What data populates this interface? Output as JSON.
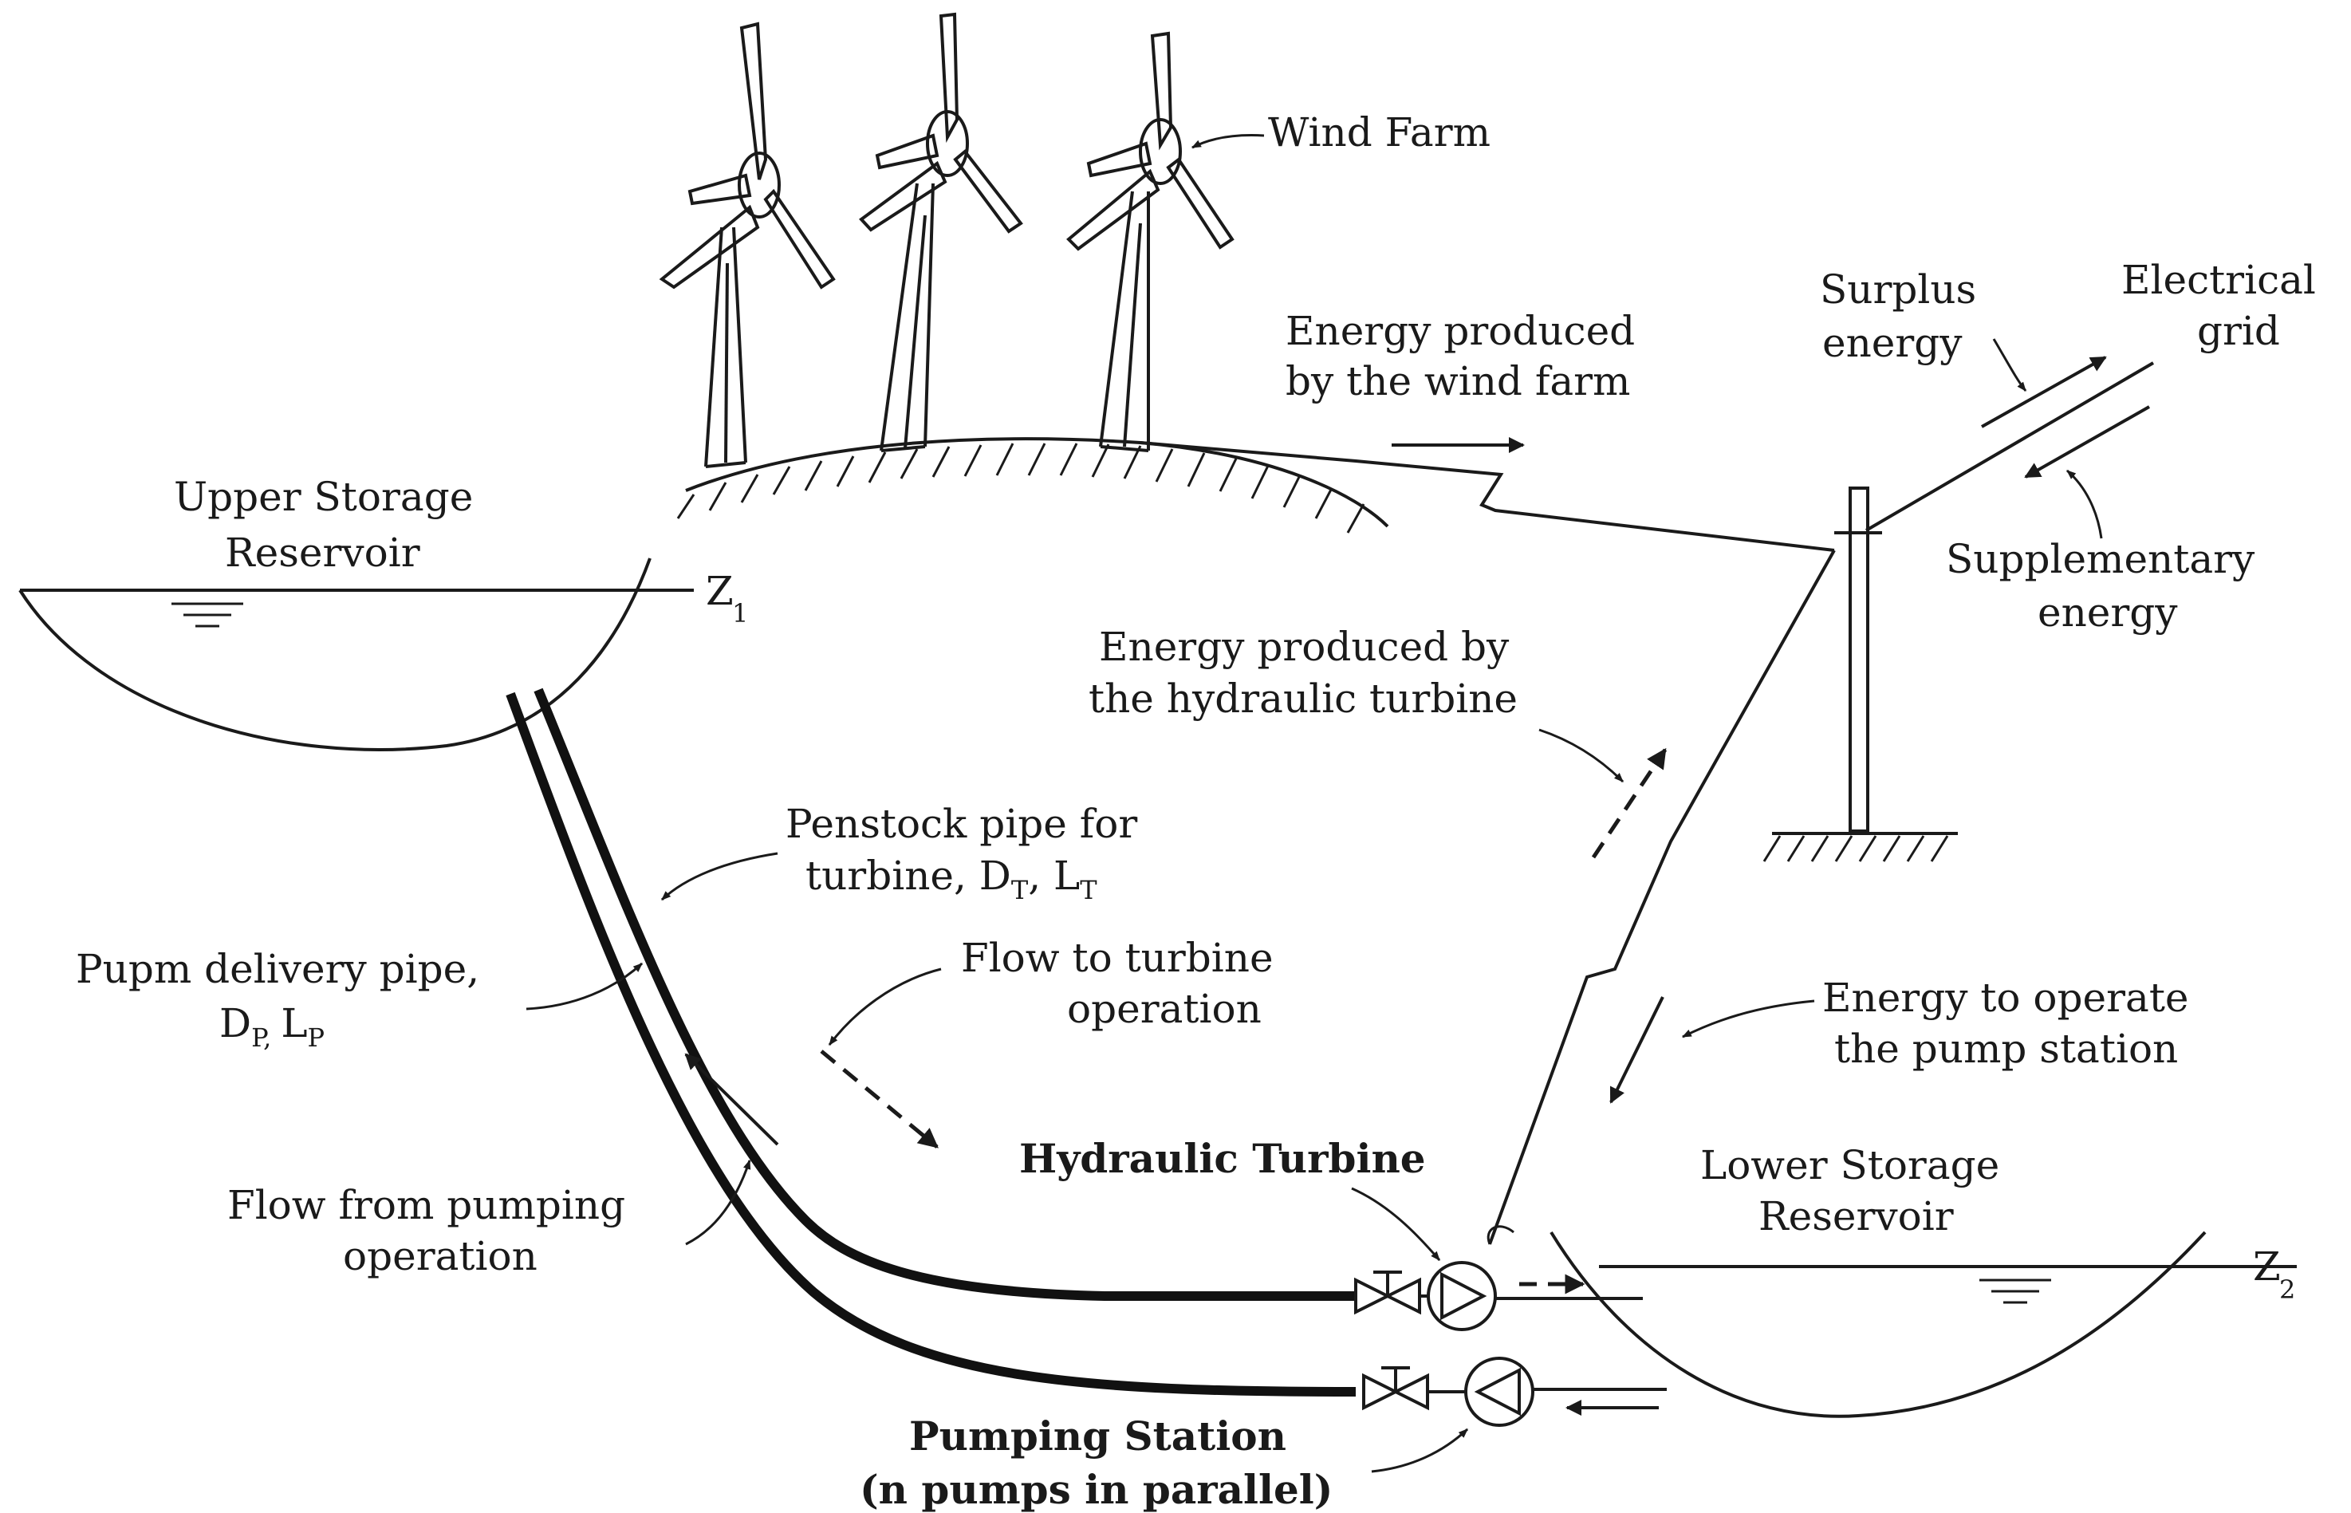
{
  "labels": {
    "wind_farm": "Wind Farm",
    "energy_wind_1": "Energy produced",
    "energy_wind_2": "by the wind farm",
    "surplus_1": "Surplus",
    "surplus_2": "energy",
    "grid_1": "Electrical",
    "grid_2": "grid",
    "supplementary_1": "Supplementary",
    "supplementary_2": "energy",
    "upper_res_1": "Upper Storage",
    "upper_res_2": "Reservoir",
    "z1_main": "Z",
    "z1_sub": "1",
    "energy_turbine_1": "Energy produced by",
    "energy_turbine_2": "the hydraulic turbine",
    "penstock_1": "Penstock pipe for",
    "penstock_2a": "turbine, D",
    "penstock_2a_sub": "T",
    "penstock_2b": ", L",
    "penstock_2b_sub": "T",
    "pump_pipe_1": "Pupm delivery pipe,",
    "pump_pipe_2a": "D",
    "pump_pipe_2a_sub": "P,",
    "pump_pipe_2b": "L",
    "pump_pipe_2b_sub": "P",
    "flow_turbine_1": "Flow to turbine",
    "flow_turbine_2": "operation",
    "energy_pump_1": "Energy to operate",
    "energy_pump_2": "the pump station",
    "hydraulic_turbine": "Hydraulic Turbine",
    "lower_res_1": "Lower Storage",
    "lower_res_2": "Reservoir",
    "flow_pumping_1": "Flow from pumping",
    "flow_pumping_2": "operation",
    "z2_main": "Z",
    "z2_sub": "2",
    "pumping_station_1": "Pumping Station",
    "pumping_station_2": "(n pumps in parallel)"
  },
  "colors": {
    "ink": "#1a1a1a",
    "background": "#ffffff"
  }
}
